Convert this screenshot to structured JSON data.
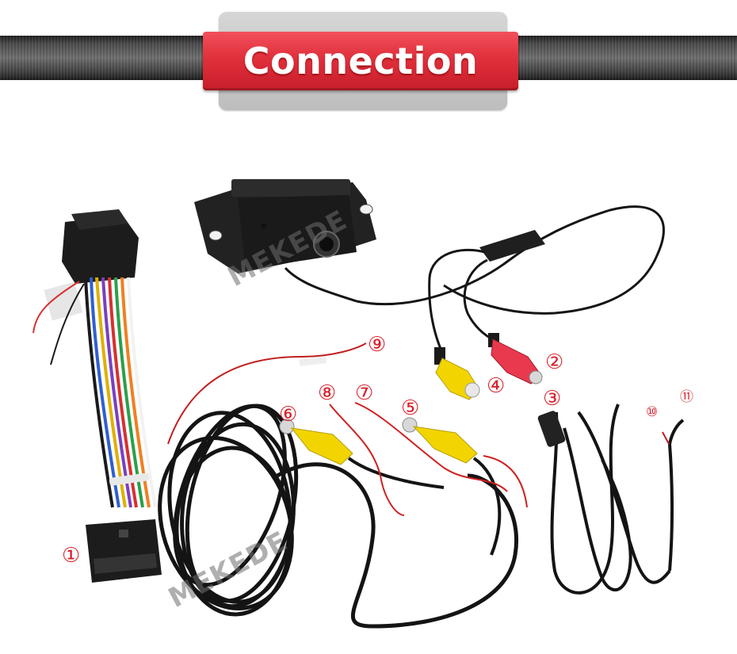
{
  "header": {
    "title": "Connection"
  },
  "watermark": {
    "text": "MEKEDE"
  },
  "callouts": [
    {
      "id": "1",
      "label": "①"
    },
    {
      "id": "2",
      "label": "②"
    },
    {
      "id": "3",
      "label": "③"
    },
    {
      "id": "4",
      "label": "④"
    },
    {
      "id": "5",
      "label": "⑤"
    },
    {
      "id": "6",
      "label": "⑥"
    },
    {
      "id": "7",
      "label": "⑦"
    },
    {
      "id": "8",
      "label": "⑧"
    },
    {
      "id": "9",
      "label": "⑨"
    },
    {
      "id": "10",
      "label": "⑩"
    },
    {
      "id": "11",
      "label": "⑪"
    }
  ],
  "colors": {
    "banner_red": "#e0303c",
    "callout_red": "#d8202a",
    "rca_yellow": "#f2d500",
    "rca_red": "#e8394f",
    "cable_black": "#151515"
  }
}
